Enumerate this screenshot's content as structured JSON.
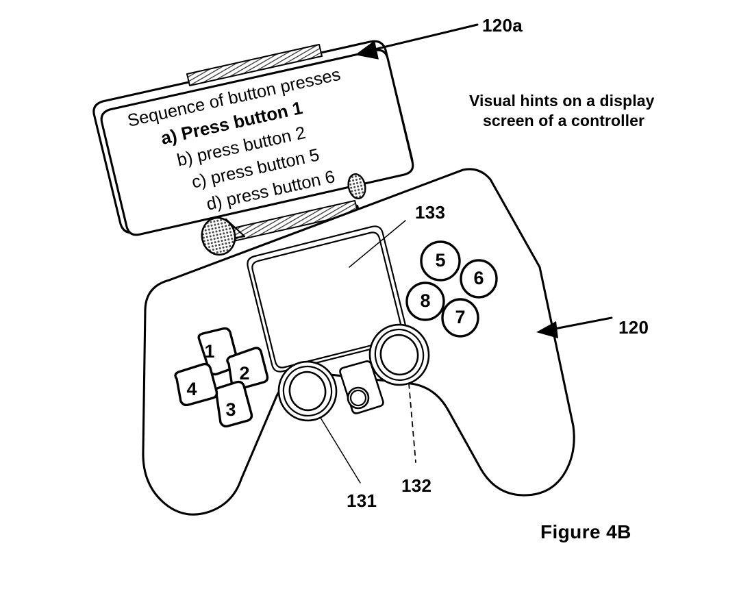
{
  "figure": {
    "caption": "Figure 4B",
    "title": "Visual hints on a display screen of a controller"
  },
  "annotation_caption": {
    "line1": "Visual hints on a display",
    "line2": "screen of a controller"
  },
  "reference_numerals": [
    {
      "id": "120a",
      "label": "120a",
      "target": "attached-display-panel",
      "leader": "arrow"
    },
    {
      "id": "120",
      "label": "120",
      "target": "controller-body",
      "leader": "arrow"
    },
    {
      "id": "133",
      "label": "133",
      "target": "controller-screen",
      "leader": "solid-thin"
    },
    {
      "id": "131",
      "label": "131",
      "target": "left-analog-stick",
      "leader": "solid-thin"
    },
    {
      "id": "132",
      "label": "132",
      "target": "right-analog-stick",
      "leader": "dashed"
    }
  ],
  "display_panel": {
    "name": "attached display screen 120a",
    "heading": "Sequence of button presses",
    "steps": [
      {
        "marker": "a)",
        "text": "Press button 1",
        "emphasis": "bold"
      },
      {
        "marker": "b)",
        "text": "press button 2",
        "emphasis": "normal"
      },
      {
        "marker": "c)",
        "text": "press button 5",
        "emphasis": "normal"
      },
      {
        "marker": "d)",
        "text": "press button 6",
        "emphasis": "normal"
      }
    ],
    "lines": [
      "Sequence of button presses",
      "a) Press button 1",
      "b) press button 2",
      "c) press button 5",
      "d) press button 6"
    ]
  },
  "controller": {
    "name": "game controller 120",
    "embedded_screen_ref": "133",
    "dpad_buttons": [
      {
        "label": "1",
        "position": "top"
      },
      {
        "label": "2",
        "position": "right"
      },
      {
        "label": "3",
        "position": "bottom"
      },
      {
        "label": "4",
        "position": "left"
      }
    ],
    "face_buttons": [
      {
        "label": "5",
        "position": "top"
      },
      {
        "label": "6",
        "position": "right"
      },
      {
        "label": "7",
        "position": "bottom"
      },
      {
        "label": "8",
        "position": "left"
      }
    ],
    "analog_sticks": [
      {
        "ref": "131",
        "position": "left"
      },
      {
        "ref": "132",
        "position": "right"
      }
    ]
  },
  "colors": {
    "ink": "#000000",
    "paper": "#ffffff",
    "hatch": "#555555"
  }
}
